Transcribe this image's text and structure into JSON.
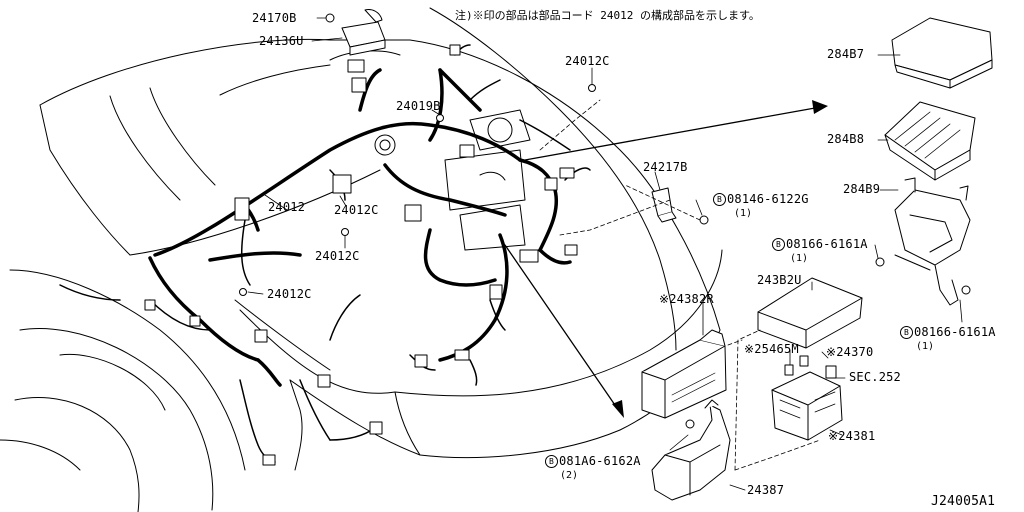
{
  "note": "注)※印の部品は部品コード 24012 の構成部品を示します。",
  "bolt_prefix": "B",
  "diagram_id": "J24005A1",
  "labels": {
    "p24170B": "24170B",
    "p24136U": "24136U",
    "p24012C_top": "24012C",
    "p24019B": "24019B",
    "p24012": "24012",
    "p24012C_mid": "24012C",
    "p24012C_low": "24012C",
    "p24012C_left": "24012C",
    "p24217B": "24217B",
    "b08146": "08146-6122G",
    "b08146_qty": "(1)",
    "b08166_a": "08166-6161A",
    "b08166_a_qty": "(1)",
    "b08166_b": "08166-6161A",
    "b08166_b_qty": "(1)",
    "p284B7": "284B7",
    "p284B8": "284B8",
    "p284B9": "284B9",
    "p243B2U": "243B2U",
    "p24382R": "※24382R",
    "p25465M": "※25465M",
    "p24370": "※24370",
    "sec252": "SEC.252",
    "p24381": "※24381",
    "b081A6": "081A6-6162A",
    "b081A6_qty": "(2)",
    "p24387": "24387"
  }
}
